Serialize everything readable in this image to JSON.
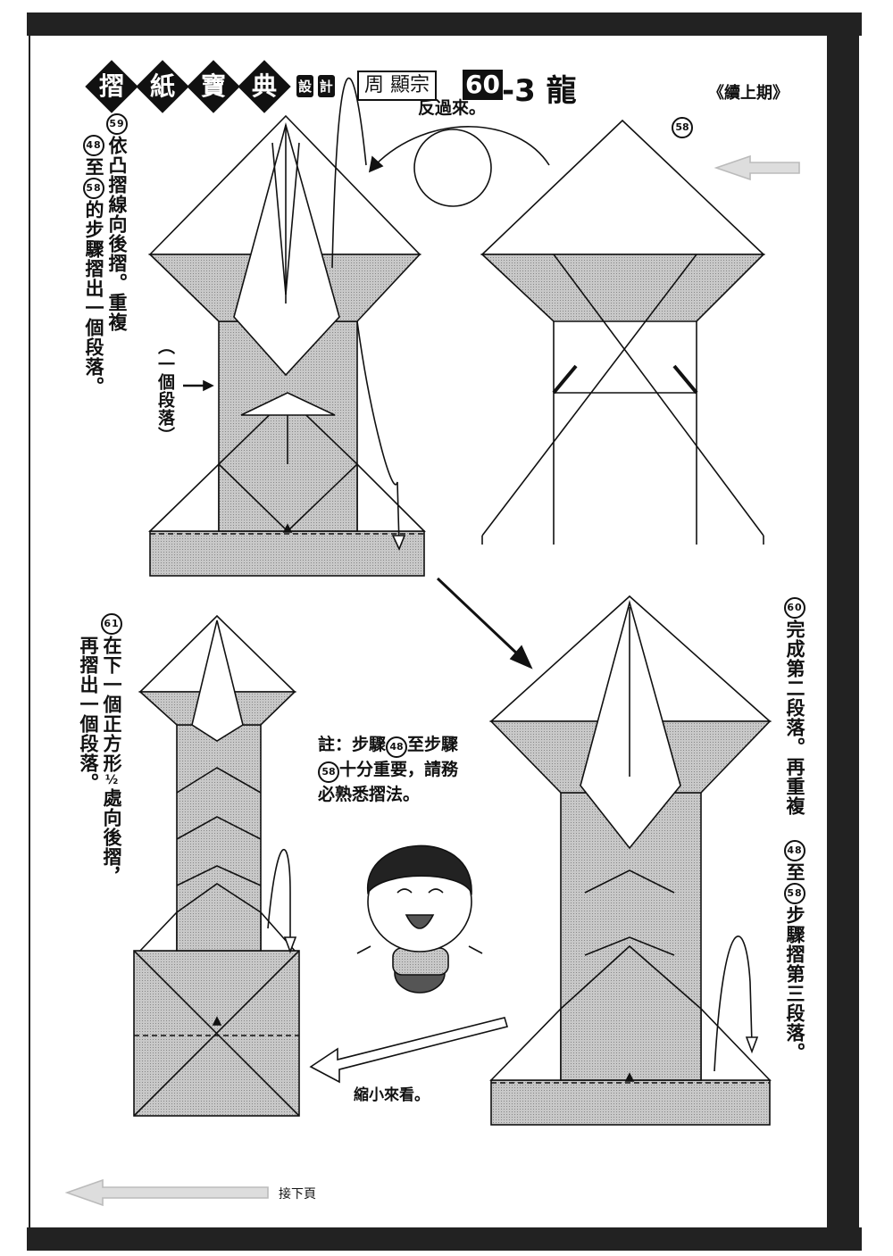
{
  "header": {
    "series_chars": [
      "摺",
      "紙",
      "寶",
      "典"
    ],
    "design_chars": [
      "設",
      "計"
    ],
    "designer": "周 顯宗",
    "issue_number": "60",
    "chapter": "-3 龍",
    "continued": "《續上期》"
  },
  "captions": {
    "flip_over": "反過來。",
    "step_58": "58",
    "one_section": "（一個段落）",
    "zoom_out": "縮小來看。",
    "next_page": "接下頁"
  },
  "step_59": {
    "num": "59",
    "line1": "依凸摺線向後摺。重複",
    "from": "48",
    "to_word": "至",
    "to": "58",
    "line2": "的步驟摺出一個段落。"
  },
  "step_60": {
    "num": "60",
    "line1": "完成第二段落。再重複",
    "from": "48",
    "to_word": "至",
    "to": "58",
    "line2": "步驟摺第三段落。"
  },
  "step_61": {
    "num": "61",
    "line1a": "在下一個正方形",
    "fraction": "½",
    "line1b": "處向後摺，",
    "line2": "再摺出一個段落。"
  },
  "note": {
    "line1a": "註：步驟",
    "n1": "48",
    "line1b": "至步驟",
    "n2": "58",
    "line2": "十分重要，請務",
    "line3": "必熟悉摺法。"
  }
}
